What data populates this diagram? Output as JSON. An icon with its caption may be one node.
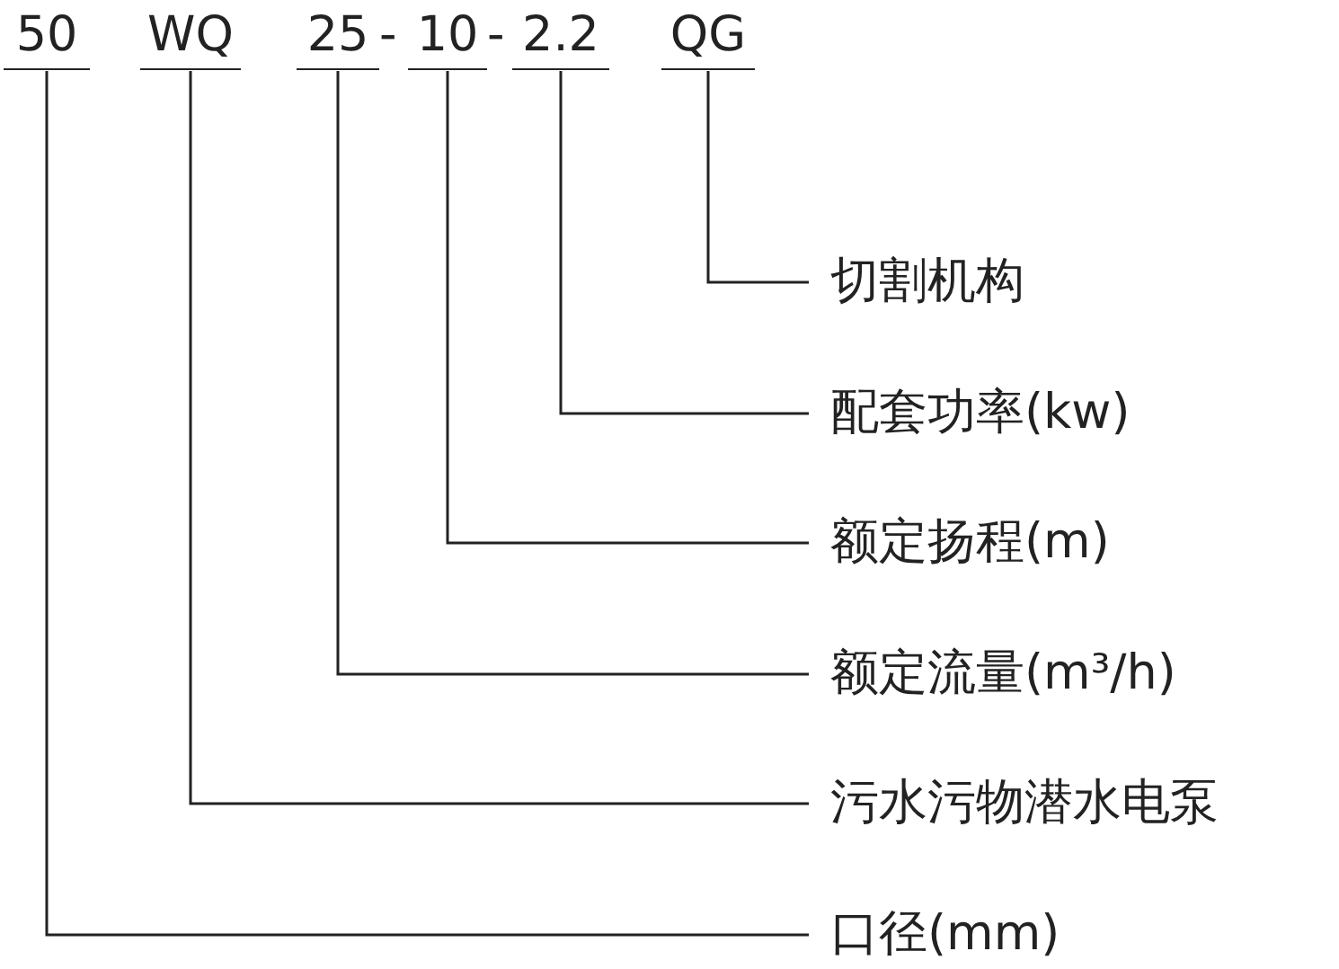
{
  "diagram": {
    "nodes": [
      {
        "text": [
          "50"
        ]
      },
      {
        "text": [
          "WQ"
        ]
      },
      {
        "text": [
          "25"
        ]
      },
      {
        "text": [
          "10"
        ]
      },
      {
        "text": [
          "2.2"
        ]
      },
      {
        "text": [
          "QG"
        ]
      },
      {
        "text": [
          "切割机构"
        ]
      },
      {
        "text": [
          "配套功率(kw)"
        ]
      },
      {
        "text": [
          "额定扬程(m)"
        ]
      },
      {
        "text": [
          "额定流量(m³/h)"
        ]
      },
      {
        "text": [
          "污水污物潜水电泵"
        ]
      },
      {
        "text": [
          "口径(mm)"
        ]
      }
    ],
    "edges": [
      {
        "from": 5,
        "to": 6,
        "arrow": "none"
      },
      {
        "from": 4,
        "to": 7,
        "arrow": "none"
      },
      {
        "from": 3,
        "to": 8,
        "arrow": "none"
      },
      {
        "from": 2,
        "to": 9,
        "arrow": "none"
      },
      {
        "from": 1,
        "to": 10,
        "arrow": "none"
      },
      {
        "from": 0,
        "to": 11,
        "arrow": "none"
      }
    ],
    "labels": [
      "-",
      "-"
    ]
  }
}
